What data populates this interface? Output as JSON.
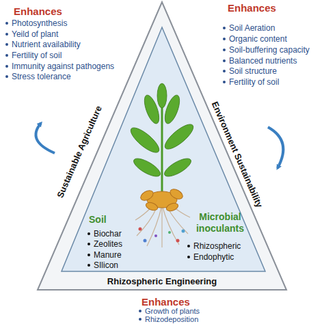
{
  "diagram": {
    "nodes": [
      {
        "text": [
          "Sustainable Agriculture",
          "Environment Sustainability",
          "Rhizospheric Engineering"
        ]
      }
    ],
    "labels": [
      "Enhances",
      "Photosynthesis",
      "Yeild of plant",
      "Nutrient availability",
      "Fertility of soil",
      "Immunity against pathogens",
      "Stress tolerance",
      "Enhances",
      "Soil Aeration",
      "Organic content",
      "Soil-buffering capacity",
      "Balanced nutrients",
      "Soil structure",
      "Fertility of soil",
      "Soil",
      "Biochar",
      "Zeolites",
      "Manure",
      "SIlicon",
      "Microbial inoculants",
      "Rhizospheric",
      "Endophytic",
      "Enhances",
      "Growth of plants",
      "Rhizodeposition"
    ]
  }
}
